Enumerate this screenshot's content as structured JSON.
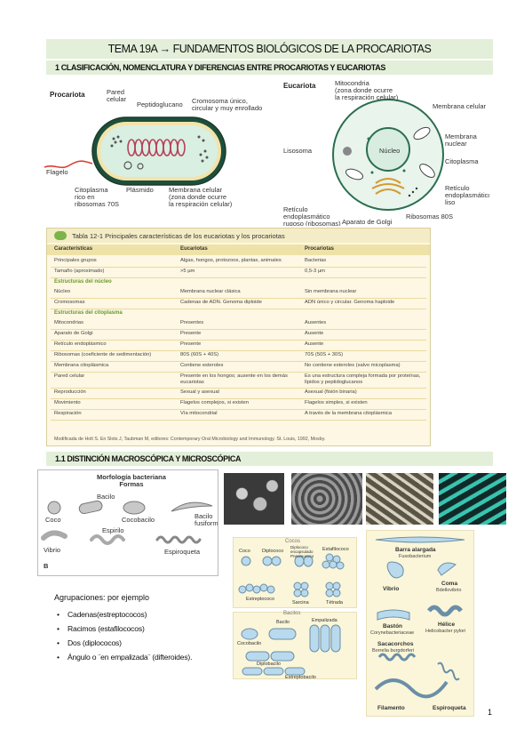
{
  "header": {
    "title": "TEMA 19A → FUNDAMENTOS BIOLÓGICOS DE LA PROCARIOTAS",
    "section1": "1 CLASIFICACIÓN, NOMENCLATURA Y DIFERENCIAS ENTRE PROCARIOTAS Y EUCARIOTAS",
    "section2": "1.1  DISTINCIÓN MACROSCÓPICA Y MICROSCÓPICA"
  },
  "prokaryote_figure": {
    "title": "Procariota",
    "labels": {
      "wall": "Pared\ncelular",
      "peptidoglycan": "Peptidoglucano",
      "chromosome": "Cromosoma único,\ncircular y muy enrollado",
      "flagellum": "Flagelo",
      "cytoplasm": "Citoplasma\nrico en\nribosomas 70S",
      "plasmid": "Plásmido",
      "membrane": "Membrana celular\n(zona donde ocurre\nla respiración celular)"
    }
  },
  "eukaryote_figure": {
    "title": "Eucariota",
    "labels": {
      "mitochondria": "Mitocondria\n(zona donde ocurre\nla respiración celular)",
      "cell_membrane": "Membrana celular",
      "nuclear_membrane": "Membrana\nnuclear",
      "lysosome": "Lisosoma",
      "nucleus": "Núcleo",
      "cytoplasm": "Citoplasma",
      "smooth_er": "Retículo\nendoplasmático\nliso",
      "rough_er": "Retículo\nendoplasmático\nrugoso (ribosomas)",
      "ribosomes": "Ribosomas 80S",
      "golgi": "Aparato de Golgi"
    }
  },
  "table": {
    "title": "Tabla 12-1  Principales características de los eucariotas y los procariotas",
    "columns": [
      "Características",
      "Eucariotas",
      "Procariotas"
    ],
    "rows": [
      {
        "kind": "row",
        "cells": [
          "Principales grupos",
          "Algas, hongos, protozoos, plantas, animales",
          "Bacterias"
        ]
      },
      {
        "kind": "row",
        "cells": [
          "Tamaño (aproximado)",
          ">5 µm",
          "0,5-3 µm"
        ]
      },
      {
        "kind": "sub",
        "cells": [
          "Estructuras del núcleo"
        ]
      },
      {
        "kind": "row",
        "cells": [
          "Núcleo",
          "Membrana nuclear clásica",
          "Sin membrana nuclear"
        ]
      },
      {
        "kind": "row",
        "cells": [
          "Cromosomas",
          "Cadenas de ADN. Genoma diploide",
          "ADN único y circular. Genoma haploide"
        ]
      },
      {
        "kind": "sub",
        "cells": [
          "Estructuras del citoplasma"
        ]
      },
      {
        "kind": "row",
        "cells": [
          "Mitocondrias",
          "Presentes",
          "Ausentes"
        ]
      },
      {
        "kind": "row",
        "cells": [
          "Aparato de Golgi",
          "Presente",
          "Ausente"
        ]
      },
      {
        "kind": "row",
        "cells": [
          "Retículo endoplásmico",
          "Presente",
          "Ausente"
        ]
      },
      {
        "kind": "row",
        "cells": [
          "Ribosomas (coeficiente de sedimentación)",
          "80S (60S + 40S)",
          "70S (50S + 30S)"
        ]
      },
      {
        "kind": "row",
        "cells": [
          "Membrana citoplásmica",
          "Contiene esteroles",
          "No contiene esteroles (salvo micoplasma)"
        ]
      },
      {
        "kind": "row2",
        "cells": [
          "Pared celular",
          "Presente en los hongos; ausente en los demás\neucariotas",
          "Es una estructura compleja formada por proteínas,\nlípidos y peptidoglucanos"
        ]
      },
      {
        "kind": "row",
        "cells": [
          "Reproducción",
          "Sexual y asexual",
          "Asexual (fisión binaria)"
        ]
      },
      {
        "kind": "row",
        "cells": [
          "Movimiento",
          "Flagelos complejos, si existen",
          "Flagelos simples, si existen"
        ]
      },
      {
        "kind": "row",
        "cells": [
          "Respiración",
          "Vía mitocondrial",
          "A través de la membrana citoplásmica"
        ]
      }
    ],
    "footnote": "Modificada de Holt S. En Slots J, Taubman M, editores: Contemporary Oral Microbiology and Immunology. St. Louis, 1992, Mosby."
  },
  "morphology_figure": {
    "title": "Morfología bacteriana\nFormas",
    "labels": {
      "coco": "Coco",
      "bacilo": "Bacilo",
      "cocobacilo": "Cocobacilo",
      "bacilo_fusiforme": "Bacilo\nfusiforme",
      "vibrio": "Vibrio",
      "espirilo": "Espirilo",
      "espiroqueta": "Espiroqueta",
      "letter": "B"
    }
  },
  "cocci_panel": {
    "title": "Cocos",
    "labels": {
      "coco": "Coco",
      "diplococo": "Diplococo",
      "diplococo_neu": "Diplococo\nencapsulado\nPneumococo",
      "estafilococo": "Estafilococo",
      "estreptococo": "Estreptococo",
      "sarcina": "Sarcina",
      "tetrada": "Tétrada"
    }
  },
  "bacilli_panel": {
    "title": "Bacilos",
    "labels": {
      "cocobacilo": "Cocobacilo",
      "bacilo": "Bacilo",
      "empalizada": "Empalizada",
      "diplobacilo": "Diplobacilo",
      "estreptobacilo": "Estreptobacilo"
    }
  },
  "right_panel": {
    "labels": {
      "barra": "Barra alargada",
      "barra_sub": "Fusobacterium",
      "vibrio": "Vibrio",
      "coma": "Coma",
      "coma_sub": "Bdellovibrio",
      "baston": "Bastón",
      "baston_sub": "Corynebacteriaceae",
      "helice": "Hélice",
      "helice_sub": "Helicobacter pylori",
      "sacacorchos": "Sacacorchos",
      "sacacorchos_sub": "Borrelia burgdorferi",
      "filamento": "Filamento",
      "espiroqueta": "Espiroqueta"
    }
  },
  "groupings": {
    "title": "Agrupaciones: por ejemplo",
    "items": [
      "Cadenas(estreptococos)",
      "Racimos (estafilococos)",
      "Dos (diplococos)",
      "Ángulo o ¨en empalizada¨ (difteroides)."
    ]
  },
  "page_number": "1"
}
